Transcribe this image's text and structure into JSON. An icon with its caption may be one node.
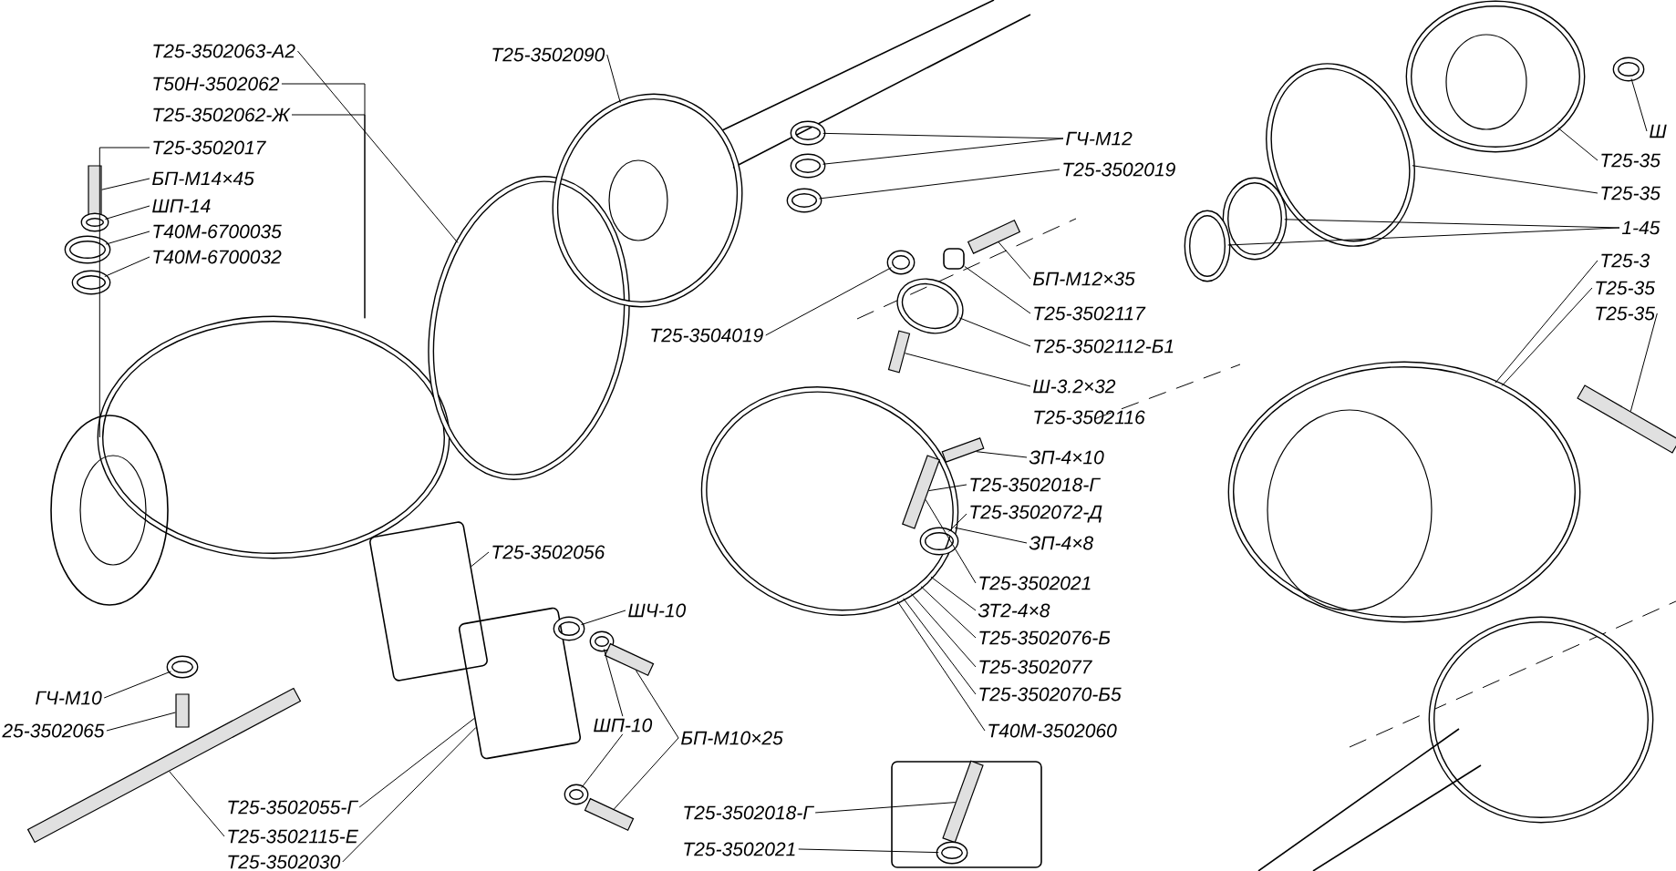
{
  "diagram": {
    "nodes": [
      {
        "text": [
          "Т25-3502063-А2"
        ]
      },
      {
        "text": [
          "Т50Н-3502062"
        ]
      },
      {
        "text": [
          "Т25-3502062-Ж"
        ]
      },
      {
        "text": [
          "Т25-3502017"
        ]
      },
      {
        "text": [
          "БП-М14×45"
        ]
      },
      {
        "text": [
          "ШП-14"
        ]
      },
      {
        "text": [
          "Т40М-6700035"
        ]
      },
      {
        "text": [
          "Т40М-6700032"
        ]
      },
      {
        "text": [
          "Т25-3502090"
        ]
      },
      {
        "text": [
          "ГЧ-М12"
        ]
      },
      {
        "text": [
          "Т25-3502019"
        ]
      },
      {
        "text": [
          "БП-М12×35"
        ]
      },
      {
        "text": [
          "Т25-3502117"
        ]
      },
      {
        "text": [
          "Т25-3502112-Б1"
        ]
      },
      {
        "text": [
          "Ш-3.2×32"
        ]
      },
      {
        "text": [
          "Т25-3504019"
        ]
      },
      {
        "text": [
          "ЗП-4×10"
        ]
      },
      {
        "text": [
          "Т25-3502018-Г"
        ]
      },
      {
        "text": [
          "Т25-3502072-Д"
        ]
      },
      {
        "text": [
          "ЗП-4×8"
        ]
      },
      {
        "text": [
          "Т25-3502021"
        ]
      },
      {
        "text": [
          "ЗТ2-4×8"
        ]
      },
      {
        "text": [
          "Т25-3502076-Б"
        ]
      },
      {
        "text": [
          "Т25-3502077"
        ]
      },
      {
        "text": [
          "Т25-3502070-Б5"
        ]
      },
      {
        "text": [
          "Т40М-3502060"
        ]
      },
      {
        "text": [
          "Т25-3502018-Г"
        ]
      },
      {
        "text": [
          "Т25-3502021"
        ]
      },
      {
        "text": [
          "Т25-3502056"
        ]
      },
      {
        "text": [
          "ШЧ-10"
        ]
      },
      {
        "text": [
          "ШП-10"
        ]
      },
      {
        "text": [
          "БП-М10×25"
        ]
      },
      {
        "text": [
          "ГЧ-М10"
        ]
      },
      {
        "text": [
          "25-3502065"
        ]
      },
      {
        "text": [
          "Т25-3502055-Г"
        ]
      },
      {
        "text": [
          "Т25-3502115-Е"
        ]
      },
      {
        "text": [
          "Т25-3502030"
        ]
      },
      {
        "text": [
          "Ш"
        ]
      },
      {
        "text": [
          "Т25-35"
        ]
      },
      {
        "text": [
          "Т25-35"
        ]
      },
      {
        "text": [
          "1-45"
        ]
      },
      {
        "text": [
          "Т25-3"
        ]
      },
      {
        "text": [
          "Т25-35"
        ]
      },
      {
        "text": [
          "Т25-35"
        ]
      },
      {
        "text": [],
        "shape": "circle"
      },
      {
        "text": [],
        "shape": "circle"
      },
      {
        "text": [],
        "shape": "circle"
      },
      {
        "text": [],
        "shape": "bar"
      },
      {
        "text": [],
        "shape": "circle"
      },
      {
        "text": [],
        "shape": "circle"
      },
      {
        "text": [],
        "shape": "circle"
      },
      {
        "text": [],
        "shape": "circle"
      },
      {
        "text": [],
        "shape": "circle"
      },
      {
        "text": [],
        "shape": "circle"
      },
      {
        "text": [],
        "shape": "bar"
      },
      {
        "text": [],
        "shape": "box"
      },
      {
        "text": [],
        "shape": "circle"
      },
      {
        "text": [],
        "shape": "bar"
      },
      {
        "text": [],
        "shape": "circle"
      },
      {
        "text": [],
        "shape": "circle"
      },
      {
        "text": [],
        "shape": "bar"
      },
      {
        "text": [],
        "shape": "bar",
        "in": 59
      },
      {
        "text": [],
        "shape": "circle",
        "in": 59
      },
      {
        "text": [],
        "shape": "box"
      },
      {
        "text": [],
        "shape": "bar",
        "in": 63
      },
      {
        "text": [],
        "shape": "circle",
        "in": 63
      },
      {
        "text": [],
        "shape": "box"
      },
      {
        "text": [],
        "shape": "box"
      },
      {
        "text": [],
        "shape": "bar"
      },
      {
        "text": [],
        "shape": "circle"
      },
      {
        "text": [],
        "shape": "bar"
      },
      {
        "text": [],
        "shape": "circle"
      },
      {
        "text": [],
        "shape": "circle"
      },
      {
        "text": [],
        "shape": "circle"
      },
      {
        "text": [],
        "shape": "bar"
      },
      {
        "text": [],
        "shape": "bar"
      },
      {
        "text": [],
        "shape": "circle"
      },
      {
        "text": [],
        "shape": "circle"
      },
      {
        "text": [],
        "shape": "circle"
      },
      {
        "text": [],
        "shape": "circle"
      },
      {
        "text": [],
        "shape": "circle"
      },
      {
        "text": [],
        "shape": "circle"
      },
      {
        "text": [],
        "shape": "bar"
      },
      {
        "text": [],
        "shape": "circle"
      }
    ],
    "edges": [
      {
        "from": 0,
        "to": 45,
        "arrow": "none"
      },
      {
        "from": 1,
        "to": 44,
        "arrow": "none"
      },
      {
        "from": 2,
        "to": 44,
        "arrow": "none"
      },
      {
        "from": 3,
        "to": 44,
        "arrow": "none"
      },
      {
        "from": 4,
        "to": 47,
        "arrow": "none"
      },
      {
        "from": 5,
        "to": 48,
        "arrow": "none"
      },
      {
        "from": 6,
        "to": 49,
        "arrow": "none"
      },
      {
        "from": 7,
        "to": 50,
        "arrow": "none"
      },
      {
        "from": 8,
        "to": 46,
        "arrow": "none"
      },
      {
        "from": 9,
        "to": 51,
        "arrow": "none"
      },
      {
        "from": 9,
        "to": 52,
        "arrow": "none"
      },
      {
        "from": 10,
        "to": 53,
        "arrow": "none"
      },
      {
        "from": 11,
        "to": 54,
        "arrow": "none"
      },
      {
        "from": 12,
        "to": 55,
        "arrow": "none"
      },
      {
        "from": 13,
        "to": 56,
        "arrow": "none"
      },
      {
        "from": 14,
        "to": 57,
        "arrow": "none"
      },
      {
        "from": 15,
        "to": 58,
        "arrow": "none"
      },
      {
        "from": 16,
        "to": 60,
        "arrow": "none"
      },
      {
        "from": 17,
        "to": 61,
        "arrow": "none"
      },
      {
        "from": 18,
        "to": 62,
        "arrow": "none"
      },
      {
        "from": 19,
        "to": 59,
        "arrow": "none"
      },
      {
        "from": 20,
        "to": 61,
        "arrow": "none"
      },
      {
        "from": 21,
        "to": 59,
        "arrow": "none"
      },
      {
        "from": 22,
        "to": 59,
        "arrow": "none"
      },
      {
        "from": 23,
        "to": 59,
        "arrow": "none"
      },
      {
        "from": 24,
        "to": 59,
        "arrow": "none"
      },
      {
        "from": 25,
        "to": 59,
        "arrow": "none"
      },
      {
        "from": 26,
        "to": 64,
        "arrow": "none"
      },
      {
        "from": 27,
        "to": 65,
        "arrow": "none"
      },
      {
        "from": 28,
        "to": 66,
        "arrow": "none"
      },
      {
        "from": 29,
        "to": 71,
        "arrow": "none"
      },
      {
        "from": 30,
        "to": 72,
        "arrow": "none"
      },
      {
        "from": 30,
        "to": 73,
        "arrow": "none"
      },
      {
        "from": 31,
        "to": 74,
        "arrow": "none"
      },
      {
        "from": 31,
        "to": 75,
        "arrow": "none"
      },
      {
        "from": 32,
        "to": 69,
        "arrow": "none"
      },
      {
        "from": 33,
        "to": 70,
        "arrow": "none"
      },
      {
        "from": 34,
        "to": 67,
        "arrow": "none"
      },
      {
        "from": 35,
        "to": 68,
        "arrow": "none"
      },
      {
        "from": 36,
        "to": 67,
        "arrow": "none"
      },
      {
        "from": 37,
        "to": 83,
        "arrow": "none"
      },
      {
        "from": 38,
        "to": 76,
        "arrow": "none"
      },
      {
        "from": 39,
        "to": 77,
        "arrow": "none"
      },
      {
        "from": 40,
        "to": 78,
        "arrow": "none"
      },
      {
        "from": 40,
        "to": 79,
        "arrow": "none"
      },
      {
        "from": 41,
        "to": 80,
        "arrow": "none"
      },
      {
        "from": 42,
        "to": 80,
        "arrow": "none"
      },
      {
        "from": 43,
        "to": 82,
        "arrow": "none"
      }
    ],
    "labels": [
      "Т25-3502116"
    ]
  }
}
